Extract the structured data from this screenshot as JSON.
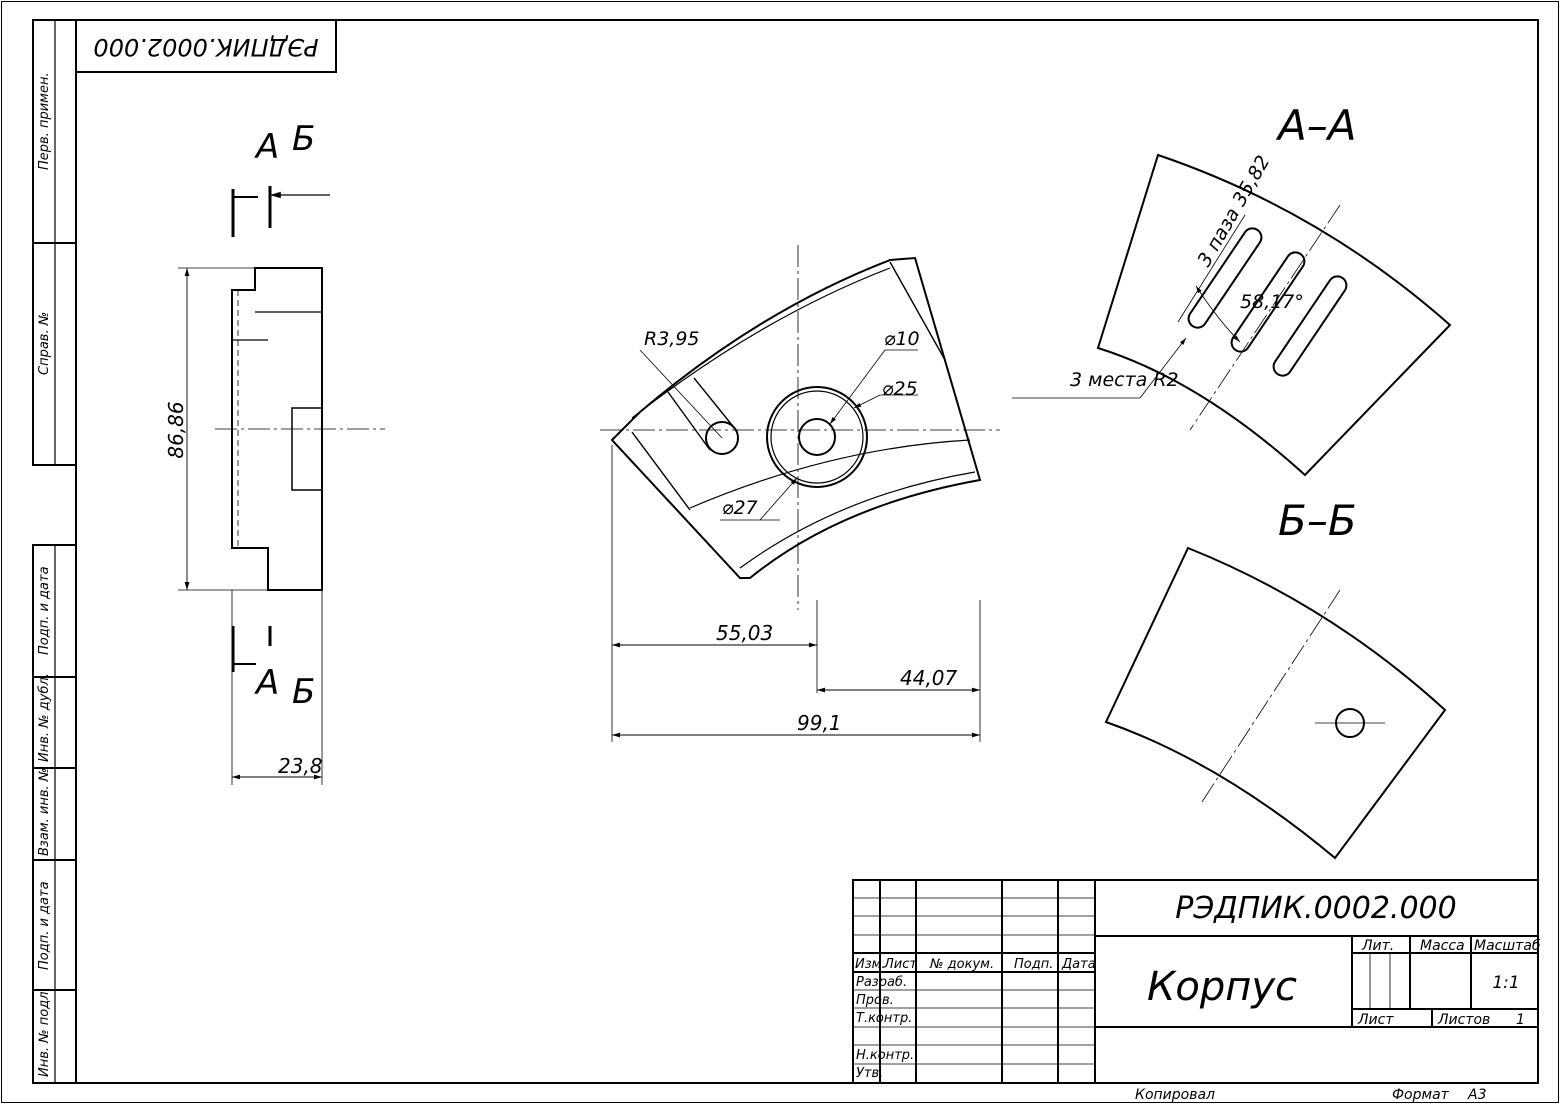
{
  "drawing": {
    "designation": "РЭДПИК.0002.000",
    "designation_mirrored": "РЭДПИК.0002.000",
    "title": "Корпус",
    "scale": "1:1",
    "sheet_label": "Лист",
    "sheets_label": "Листов",
    "sheets_count": "1",
    "format_label": "Формат",
    "format": "A3",
    "copied_label": "Копировал"
  },
  "title_block": {
    "col_headers": [
      "Изм.",
      "Лист",
      "№ докум.",
      "Подп.",
      "Дата"
    ],
    "roles": [
      "Разраб.",
      "Пров.",
      "Т.контр.",
      "Н.контр.",
      "Утв."
    ],
    "lit_label": "Лит.",
    "mass_label": "Масса",
    "scale_label": "Масштаб"
  },
  "side_stamps": [
    "Перв. примен.",
    "Справ. №",
    "Подп. и дата",
    "Инв. № дубл.",
    "Взам. инв. №",
    "Подп. и дата",
    "Инв. № подл."
  ],
  "views": {
    "section_a": "А–А",
    "section_b": "Б–Б",
    "mark_a": "А",
    "mark_b": "Б"
  },
  "dimensions": {
    "height": "86,86",
    "thickness": "23,8",
    "r_hole": "R3,95",
    "d10": "⌀10",
    "d25": "⌀25",
    "d27": "⌀27",
    "w1": "55,03",
    "w2": "44,07",
    "w_total": "99,1",
    "slots": "3 паза 35,82",
    "angle": "58,17°",
    "slot_radius": "3 места R2"
  },
  "colors": {
    "line": "#000000",
    "paper": "#ffffff"
  }
}
